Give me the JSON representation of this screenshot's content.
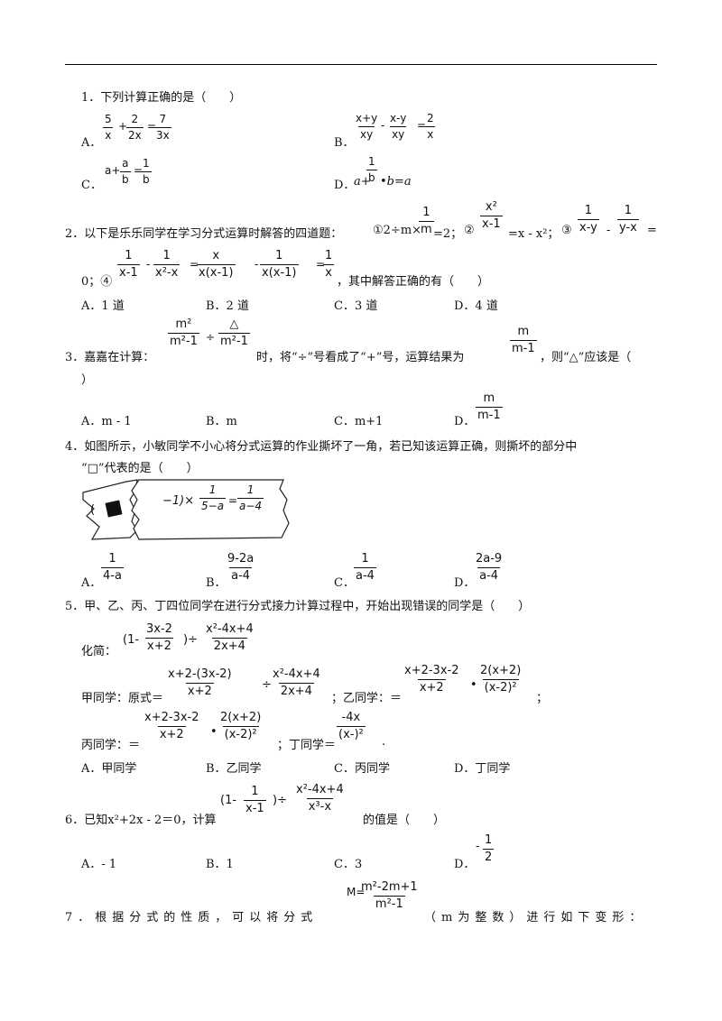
{
  "q1": {
    "stem": "1．下列计算正确的是（　　）",
    "A": "A．",
    "B": "B．",
    "C": "C．",
    "D": "D．",
    "a_f1n": "5",
    "a_f1d": "x",
    "a_plus": "+",
    "a_f2n": "2",
    "a_f2d": "2x",
    "a_eq": "=",
    "a_f3n": "7",
    "a_f3d": "3x",
    "b_f1n": "x+y",
    "b_f1d": "xy",
    "b_minus": "-",
    "b_f2n": "x-y",
    "b_f2d": "xy",
    "b_eq": "=",
    "b_f3n": "2",
    "b_f3d": "x",
    "c_pre": "a+",
    "c_f1n": "a",
    "c_f1d": "b",
    "c_eq": "=",
    "c_f2n": "1",
    "c_f2d": "b",
    "d_frac_n": "1",
    "d_tail": "a+",
    "d_b": "b",
    "d_rest": "•b=a"
  },
  "q2": {
    "stem": "2．以下是乐乐同学在学习分式运算时解答的四道题：",
    "item1": "①2÷m×",
    "item1_fn": "1",
    "item1_fd": "m",
    "item1_tail": "=2；",
    "item2": "②",
    "item2_fn": "x²",
    "item2_fd": "x-1",
    "item2_tail": "=x - x²；",
    "item3": "③",
    "item3_f1n": "1",
    "item3_f1d": "x-y",
    "item3_mid": " - ",
    "item3_f2n": "1",
    "item3_f2d": "y-x",
    "item3_tail": "=",
    "line2_pre": "0；④",
    "l2_f1n": "1",
    "l2_f1d": "x-1",
    "l2_m1": "-",
    "l2_f2n": "1",
    "l2_f2d": "x²-x",
    "l2_eq1": "=",
    "l2_f3n": "x",
    "l2_f3d": "x(x-1)",
    "l2_m2": "-",
    "l2_f4n": "1",
    "l2_f4d": "x(x-1)",
    "l2_eq2": "=",
    "l2_f5n": "1",
    "l2_f5d": "x",
    "l2_tail": "，其中解答正确的有（　　）",
    "A": "A．1 道",
    "B": "B．2 道",
    "C": "C．3 道",
    "D": "D．4 道"
  },
  "q3": {
    "stem_pre": "3．嘉嘉在计算：",
    "f1n": "m²",
    "f1d": "m²-1",
    "div": "÷",
    "f2n": "△",
    "f2d": "m²-1",
    "stem_mid": "时，将“÷”号看成了“+”号，运算结果为",
    "f3n": "m",
    "f3d": "m-1",
    "stem_tail": "，则“△”应该是（",
    "close": "）",
    "A": "A．m - 1",
    "B": "B．m",
    "C": "C．m+1",
    "D": "D．",
    "d_n": "m",
    "d_d": "m-1"
  },
  "q4": {
    "stem1": "4．如图所示，小敏同学不小心将分式运算的作业撕坏了一角，若已知该运算正确，则撕坏的部分中",
    "stem2": "“□”代表的是（　　）",
    "fig_pre": "−1)×",
    "fig_f1n": "1",
    "fig_f1d": "5−a",
    "fig_eq": "=",
    "fig_f2n": "1",
    "fig_f2d": "a−4",
    "fig_left": "(",
    "A": "A．",
    "a_n": "1",
    "a_d": "4-a",
    "B": "B．",
    "b_n": "9-2a",
    "b_d": "a-4",
    "C": "C．",
    "c_n": "1",
    "c_d": "a-4",
    "D": "D．",
    "d_n": "2a-9",
    "d_d": "a-4"
  },
  "q5": {
    "stem": "5．甲、乙、丙、丁四位同学在进行分式接力计算过程中，开始出现错误的同学是（　　）",
    "simplify": "化简：",
    "s_open": "(1-",
    "s_f1n": "3x-2",
    "s_f1d": "x+2",
    "s_close": ")÷",
    "s_f2n": "x²-4x+4",
    "s_f2d": "2x+4",
    "jia": "甲同学：原式＝",
    "j_f1n": "x+2-(3x-2)",
    "j_f1d": "x+2",
    "j_div": "÷",
    "j_f2n": "x²-4x+4",
    "j_f2d": "2x+4",
    "yi": "；乙同学：＝",
    "y_f1n": "x+2-3x-2",
    "y_f1d": "x+2",
    "y_dot": "•",
    "y_f2n": "2(x+2)",
    "y_f2d": "(x-2)²",
    "y_semi": "；",
    "bing": "丙同学：＝",
    "b_f1n": "x+2-3x-2",
    "b_f1d": "x+2",
    "b_dot": "•",
    "b_f2n": "2(x+2)",
    "b_f2d": "(x-2)²",
    "ding": "；丁同学＝",
    "d_fn": "-4x",
    "d_fd": "(x-)²",
    "d_end": ".",
    "A": "A．甲同学",
    "B": "B．乙同学",
    "C": "C．丙同学",
    "D": "D．丁同学"
  },
  "q6": {
    "stem_pre": "6．已知x²+2x - 2＝0，计算",
    "open": "(1-",
    "f1n": "1",
    "f1d": "x-1",
    "close": ")÷",
    "f2n": "x²-4x+4",
    "f2d": "x³-x",
    "stem_tail": "的值是（　　）",
    "A": "A．- 1",
    "B": "B．1",
    "C": "C．3",
    "D": "D．",
    "d_minus": "-",
    "d_n": "1",
    "d_d": "2"
  },
  "q7": {
    "stem_pre": "7．根据分式的性质，可以将分式",
    "M": "M=",
    "fn": "m²-2m+1",
    "fd": "m²-1",
    "stem_tail": "（m为整数）进行如下变形："
  }
}
